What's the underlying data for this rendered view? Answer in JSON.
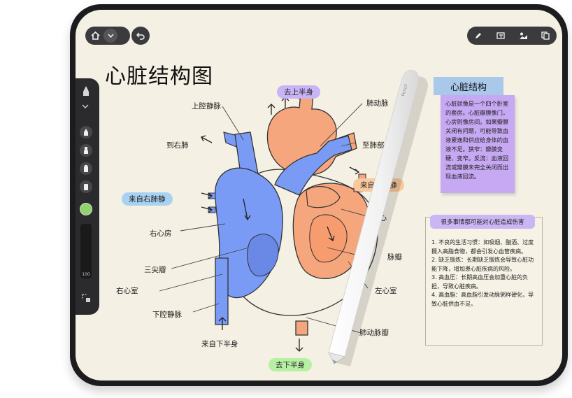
{
  "toolbar": {
    "home_icon": "home-icon",
    "dropdown_icon": "chevron-down-icon",
    "undo_icon": "undo-icon",
    "tools": [
      "pen-icon",
      "text-icon",
      "image-icon",
      "copy-icon"
    ]
  },
  "sidebar": {
    "tools": [
      "pen-tip-icon",
      "marker-icon",
      "brush-icon",
      "highlighter-icon",
      "eraser-icon"
    ],
    "active_color": "#8fd36a",
    "size_value": "100"
  },
  "canvas": {
    "title": "心脏结构图",
    "labels": {
      "top_tag": "去上半身",
      "bottom_tag": "去下半身",
      "left_tag": "来自右肺静",
      "right_tag": "来自左肺静",
      "svc": "上腔静脉",
      "to_right_lung": "到右肺",
      "right_atrium": "右心房",
      "tricuspid": "三尖瓣",
      "right_ventricle": "右心室",
      "ivc": "下腔静脉",
      "from_lower": "来自下半身",
      "pulmonary_artery": "肺动脉",
      "to_lung": "至肺部",
      "left_atrium": "左心",
      "mitral": "脉瓣",
      "left_ventricle": "左心室",
      "aortic_valve": "肺动脉瓣"
    }
  },
  "note": {
    "title": "心脏结构",
    "body": "心脏就像是一个四个卧室的套房。心脏瓣膜像门，心房则像房间。如果瓣膜关闭有问题，可能导致血液累逸和供应给身体的血液不足。狭窄：瓣膜变硬、变窄。反流：血液回流或瓣膜未完全关闭而出现血液回流。"
  },
  "card": {
    "title": "很多事情都可能对心脏造成伤害",
    "items": [
      "1. 不良的生活习惯：如吸烟、酗酒、过度摄入高脂食物，都会引发心血管疾病。",
      "2. 缺乏锻炼：长期缺乏锻炼会导致心脏功能下降，增加患心脏疾病的风险。",
      "3. 高血压：长期高血压会加重心脏的负担，导致心脏疾病。",
      "4. 高血脂：高血脂引发动脉粥样硬化，导致心脏供血不足。"
    ]
  },
  "pencil": {
    "brand": "Pencil"
  }
}
